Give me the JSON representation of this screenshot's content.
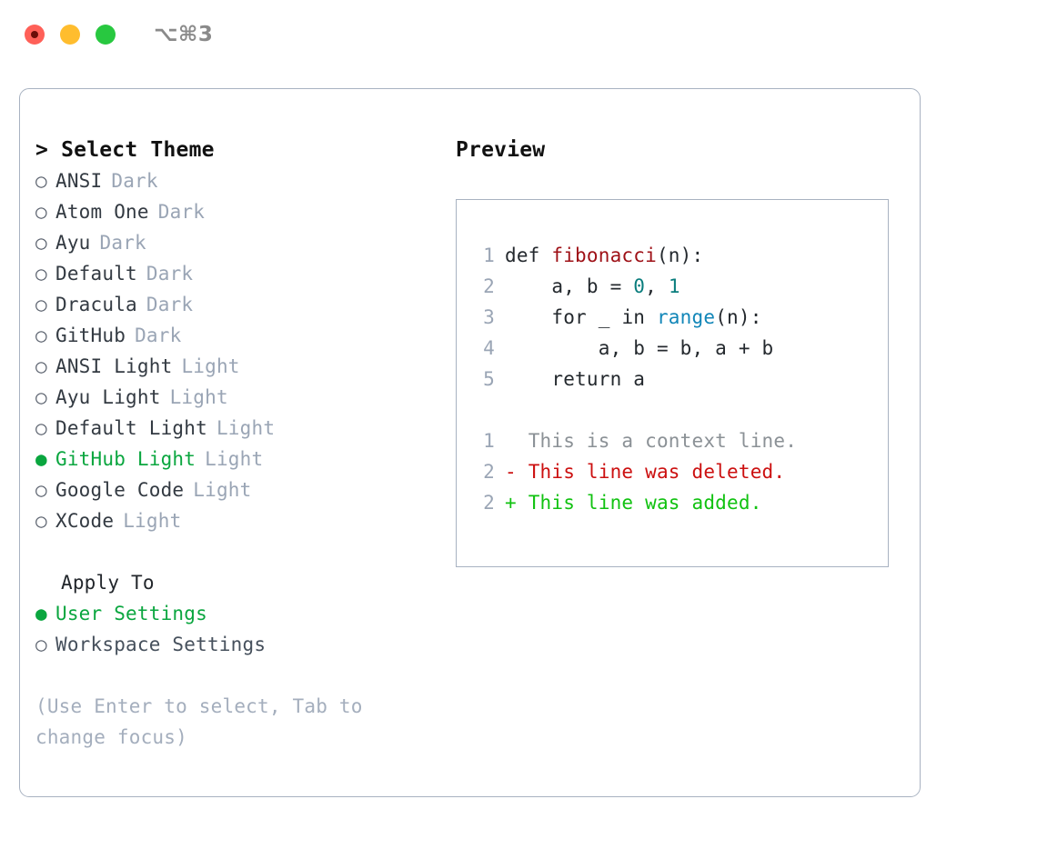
{
  "window": {
    "shortcut_label": "⌥⌘3",
    "traffic_lights": {
      "close": "close-button",
      "minimize": "minimize-button",
      "maximize": "maximize-button"
    }
  },
  "theme_picker": {
    "header": "> Select Theme",
    "prompt_glyph": ">",
    "radio_off_glyph": "○",
    "radio_on_glyph": "●",
    "selected_color": "#0aa63f",
    "items": [
      {
        "radio": "○",
        "name": "ANSI",
        "kind": "Dark",
        "selected": false
      },
      {
        "radio": "○",
        "name": "Atom One",
        "kind": "Dark",
        "selected": false
      },
      {
        "radio": "○",
        "name": "Ayu",
        "kind": "Dark",
        "selected": false
      },
      {
        "radio": "○",
        "name": "Default",
        "kind": "Dark",
        "selected": false
      },
      {
        "radio": "○",
        "name": "Dracula",
        "kind": "Dark",
        "selected": false
      },
      {
        "radio": "○",
        "name": "GitHub",
        "kind": "Dark",
        "selected": false
      },
      {
        "radio": "○",
        "name": "ANSI Light",
        "kind": "Light",
        "selected": false
      },
      {
        "radio": "○",
        "name": "Ayu Light",
        "kind": "Light",
        "selected": false
      },
      {
        "radio": "○",
        "name": "Default Light",
        "kind": "Light",
        "selected": false
      },
      {
        "radio": "●",
        "name": "GitHub Light",
        "kind": "Light",
        "selected": true
      },
      {
        "radio": "○",
        "name": "Google Code",
        "kind": "Light",
        "selected": false
      },
      {
        "radio": "○",
        "name": "XCode",
        "kind": "Light",
        "selected": false
      }
    ]
  },
  "apply_to": {
    "header": "Apply To",
    "options": [
      {
        "radio": "●",
        "label": "User Settings",
        "selected": true
      },
      {
        "radio": "○",
        "label": "Workspace Settings",
        "selected": false
      }
    ]
  },
  "hint": "(Use Enter to select, Tab to change focus)",
  "preview": {
    "header": "Preview",
    "code_lines": [
      {
        "no": "1",
        "tokens": [
          {
            "t": "def ",
            "c": "kw"
          },
          {
            "t": "fibonacci",
            "c": "fn"
          },
          {
            "t": "(n):",
            "c": "plain"
          }
        ]
      },
      {
        "no": "2",
        "tokens": [
          {
            "t": "    a, b = ",
            "c": "plain"
          },
          {
            "t": "0",
            "c": "num"
          },
          {
            "t": ", ",
            "c": "plain"
          },
          {
            "t": "1",
            "c": "num"
          }
        ]
      },
      {
        "no": "3",
        "tokens": [
          {
            "t": "    for ",
            "c": "kw"
          },
          {
            "t": "_ ",
            "c": "plain"
          },
          {
            "t": "in ",
            "c": "kw"
          },
          {
            "t": "range",
            "c": "call"
          },
          {
            "t": "(n):",
            "c": "plain"
          }
        ]
      },
      {
        "no": "4",
        "tokens": [
          {
            "t": "        a, b = b, a + b",
            "c": "plain"
          }
        ]
      },
      {
        "no": "5",
        "tokens": [
          {
            "t": "    return ",
            "c": "kw"
          },
          {
            "t": "a",
            "c": "plain"
          }
        ]
      }
    ],
    "diff_lines": [
      {
        "no": "1",
        "marker": "  ",
        "text": "This is a context line.",
        "kind": "ctx"
      },
      {
        "no": "2",
        "marker": "- ",
        "text": "This line was deleted.",
        "kind": "del"
      },
      {
        "no": "2",
        "marker": "+ ",
        "text": "This line was added.",
        "kind": "add"
      }
    ]
  }
}
